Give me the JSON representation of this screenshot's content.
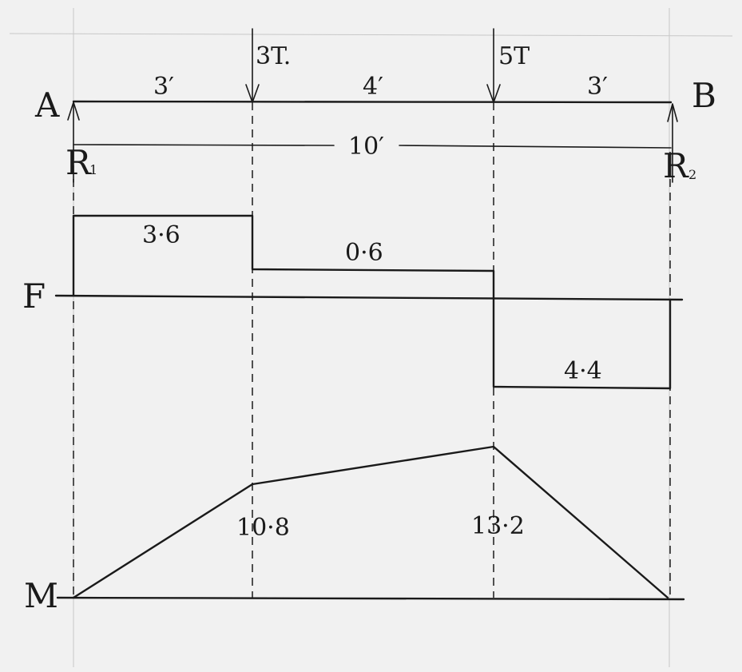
{
  "beam": {
    "end_left": "A",
    "end_right": "B",
    "load_1": "3T.",
    "load_2": "5T",
    "span_1": "3′",
    "span_2": "4′",
    "span_3": "3′",
    "total_span": "10′",
    "reaction_left": "R",
    "reaction_left_sub": "1",
    "reaction_right": "R",
    "reaction_right_sub": "2"
  },
  "shear_diagram": {
    "axis_label": "F",
    "values": [
      "3·6",
      "0·6",
      "4·4"
    ]
  },
  "moment_diagram": {
    "axis_label": "M",
    "values": [
      "10·8",
      "13·2"
    ]
  }
}
